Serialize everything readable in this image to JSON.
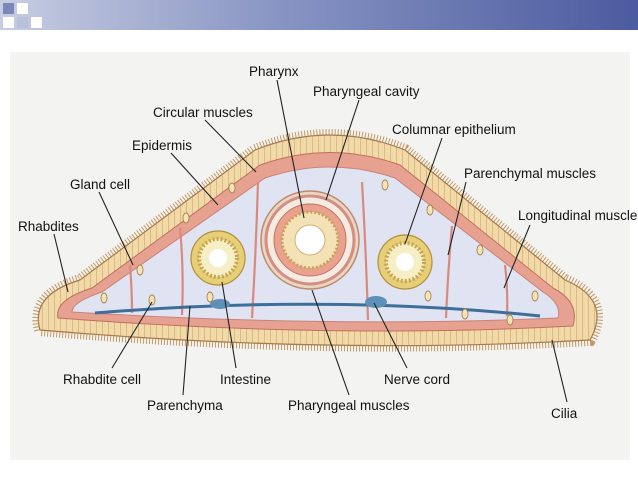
{
  "diagram": {
    "labels": {
      "pharynx": "Pharynx",
      "pharyngeal_cavity": "Pharyngeal cavity",
      "circular_muscles": "Circular muscles",
      "columnar_epithelium": "Columnar epithelium",
      "epidermis": "Epidermis",
      "parenchymal_muscles": "Parenchymal muscles",
      "gland_cell": "Gland cell",
      "longitudinal_muscle": "Longitudinal muscle",
      "rhabdites": "Rhabdites",
      "rhabdite_cell": "Rhabdite cell",
      "intestine": "Intestine",
      "nerve_cord": "Nerve cord",
      "parenchyma": "Parenchyma",
      "pharyngeal_muscles": "Pharyngeal muscles",
      "cilia": "Cilia"
    },
    "colors": {
      "epidermis": "#f1d9a8",
      "muscle_band": "#e6a190",
      "parenchyma": "#dfe3f2",
      "nerve": "#3d6f9a",
      "intestine_wall": "#e7cf78"
    }
  }
}
